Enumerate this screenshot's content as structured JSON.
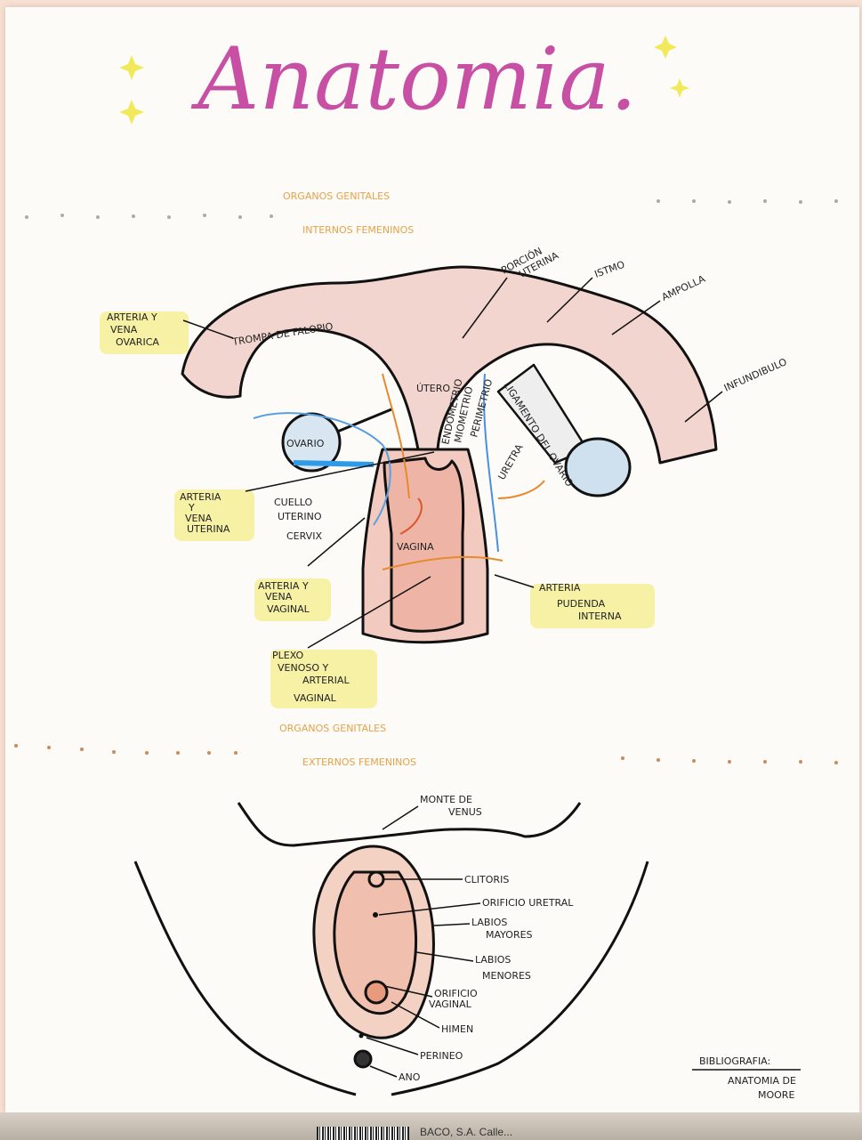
{
  "title": "Anatomia.",
  "internal": {
    "heading_line1": "ORGANOS GENITALES",
    "heading_line2": "INTERNOS FEMENINOS",
    "labels": {
      "arteria_vena_ovarica": [
        "ARTERIA Y",
        "VENA",
        "OVARICA"
      ],
      "trompa_falopio": "TROMPA DE FALOPIO",
      "porcion_uterina": [
        "PORCIÓN",
        "UTERINA"
      ],
      "istmo": "ISTMO",
      "ampolla": "AMPOLLA",
      "infundibulo": "INFUNDIBULO",
      "utero": "ÚTERO",
      "ovario": "OVARIO",
      "endometrio": "ENDOMETRIO",
      "miometrio": "MIOMETRIO",
      "perimetrio": "PERIMETRIO",
      "ligamento_ovario": "LIGAMENTO DEL OVARIO",
      "uretra": "URETRA",
      "arteria_vena_uterina": [
        "ARTERIA",
        "Y",
        "VENA",
        "UTERINA"
      ],
      "cuello_uterino": [
        "CUELLO",
        "UTERINO"
      ],
      "cervix": "CERVIX",
      "vagina": "VAGINA",
      "arteria_vena_vaginal": [
        "ARTERIA Y",
        "VENA",
        "VAGINAL"
      ],
      "arteria_pudenda": [
        "ARTERIA",
        "PUDENDA",
        "INTERNA"
      ],
      "plexo": [
        "PLEXO",
        "VENOSO Y",
        "ARTERIAL",
        "VAGINAL"
      ]
    }
  },
  "external": {
    "heading_line1": "ORGANOS GENITALES",
    "heading_line2": "EXTERNOS FEMENINOS",
    "labels": {
      "monte_venus": [
        "MONTE DE",
        "VENUS"
      ],
      "clitoris": "CLITORIS",
      "orificio_uretral": "ORIFICIO URETRAL",
      "labios_mayores": [
        "LABIOS",
        "MAYORES"
      ],
      "labios_menores": [
        "LABIOS",
        "MENORES"
      ],
      "orificio_vaginal": [
        "ORIFICIO",
        "VAGINAL"
      ],
      "himen": "HIMEN",
      "perineo": "PERINEO",
      "ano": "ANO"
    }
  },
  "bibliography": {
    "heading": "BIBLIOGRAFIA:",
    "lines": [
      "ANATOMIA DE",
      "MOORE"
    ]
  },
  "footer_text": "BACO, S.A. Calle..."
}
